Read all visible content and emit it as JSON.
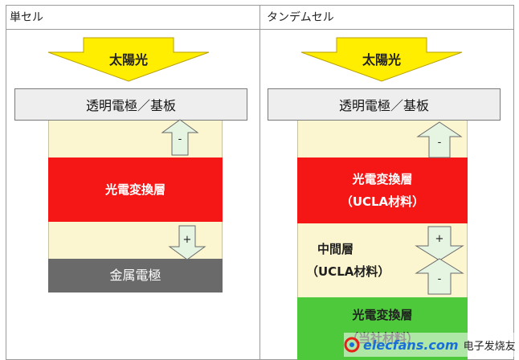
{
  "header": {
    "left_label": "単セル",
    "right_label": "タンデムセル"
  },
  "single_cell": {
    "sunlight": "太陽光",
    "electrode": "透明電極／基板",
    "minus": "-",
    "conversion_layer": "光電変換層",
    "plus": "+",
    "metal_electrode": "金属電極"
  },
  "tandem_cell": {
    "sunlight": "太陽光",
    "electrode": "透明電極／基板",
    "minus_top": "-",
    "top_layer": "光電変換層",
    "top_material": "（UCLA材料）",
    "middle_layer": "中間層",
    "middle_material": "（UCLA材料）",
    "plus": "+",
    "minus_bottom": "-",
    "bottom_layer": "光電変換層",
    "bottom_material": "（当社材料）"
  },
  "watermark": {
    "site": "elecfans.com",
    "chinese": "电子发烧友"
  },
  "colors": {
    "arrow_yellow": "#ffee00",
    "red_layer": "#f51616",
    "green_layer": "#4ec93c",
    "cream_layer": "#fbf6cf",
    "small_arrow": "#e6f4e2",
    "watermark_blue": "#1a6fd6",
    "watermark_red": "#e62117"
  }
}
